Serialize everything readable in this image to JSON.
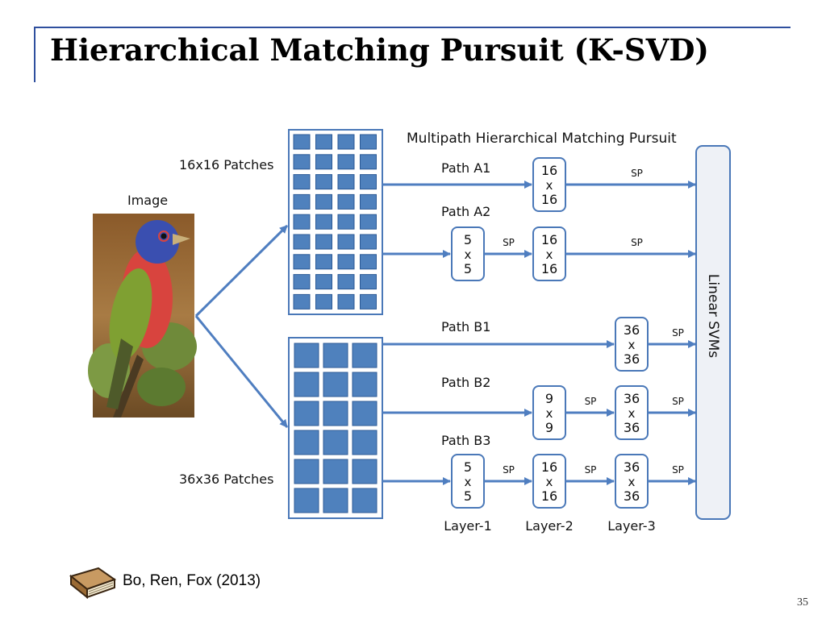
{
  "slide": {
    "title": "Hierarchical Matching Pursuit (K-SVD)",
    "citation": "Bo, Ren, Fox (2013)",
    "page_number": "35"
  },
  "diagram": {
    "heading": "Multipath Hierarchical Matching Pursuit",
    "image_label": "Image",
    "patch_labels": {
      "small": "16x16 Patches",
      "large": "36x36 Patches"
    },
    "classifier_label": "Linear SVMs",
    "sp_label": "SP",
    "paths": [
      {
        "name": "Path A1",
        "blocks": [
          {
            "size": "16",
            "x": "x"
          }
        ]
      },
      {
        "name": "Path A2",
        "blocks": [
          {
            "size": "5",
            "x": "x"
          },
          {
            "size": "16",
            "x": "x"
          }
        ]
      },
      {
        "name": "Path B1",
        "blocks": [
          {
            "size": "36",
            "x": "x"
          }
        ]
      },
      {
        "name": "Path B2",
        "blocks": [
          {
            "size": "9",
            "x": "x"
          },
          {
            "size": "36",
            "x": "x"
          }
        ]
      },
      {
        "name": "Path B3",
        "blocks": [
          {
            "size": "5",
            "x": "x"
          },
          {
            "size": "16",
            "x": "x"
          },
          {
            "size": "36",
            "x": "x"
          }
        ]
      }
    ],
    "layer_labels": [
      "Layer-1",
      "Layer-2",
      "Layer-3"
    ]
  },
  "colors": {
    "accent": "#2f4f9e",
    "arrow": "#4f7ec0",
    "patch_fill": "#4f81bd",
    "patch_stroke": "#2c5a96",
    "box_stroke": "#4a78b8",
    "svm_fill": "#eef1f6",
    "svm_stroke": "#4a78b8"
  }
}
